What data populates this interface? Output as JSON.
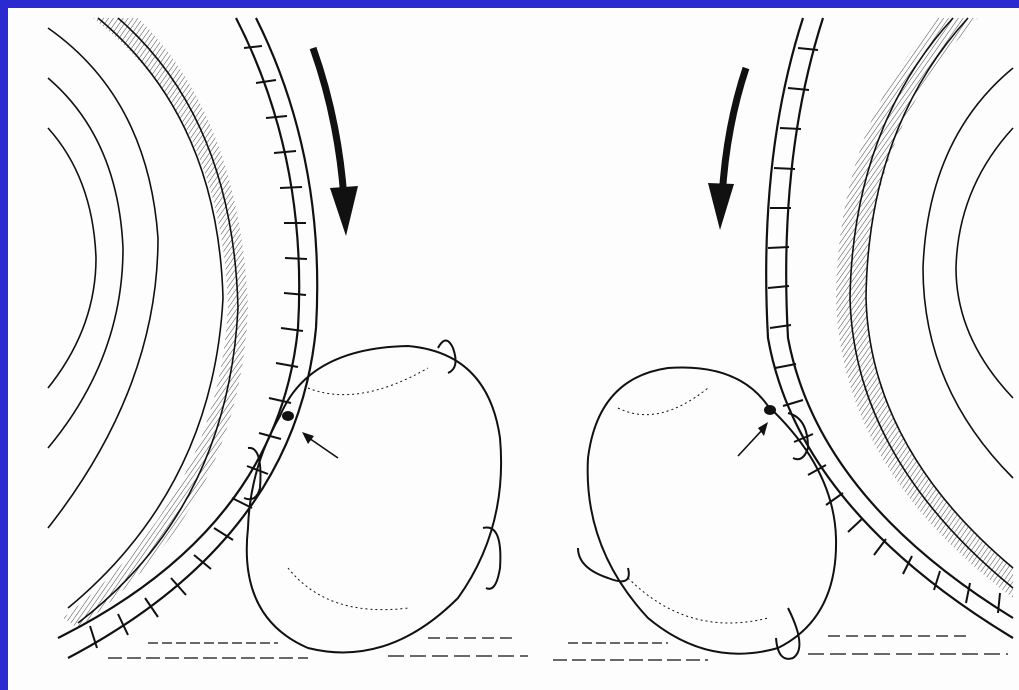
{
  "colors": {
    "frame_border": "#2a2ad0",
    "paper": "#fdfdfd",
    "ink": "#111111"
  },
  "panels": [
    {
      "name": "left-panel",
      "arrow": "arrow-down-icon",
      "subject": "rolling-fruit-left"
    },
    {
      "name": "right-panel",
      "arrow": "arrow-down-icon",
      "subject": "rolling-fruit-right"
    }
  ]
}
